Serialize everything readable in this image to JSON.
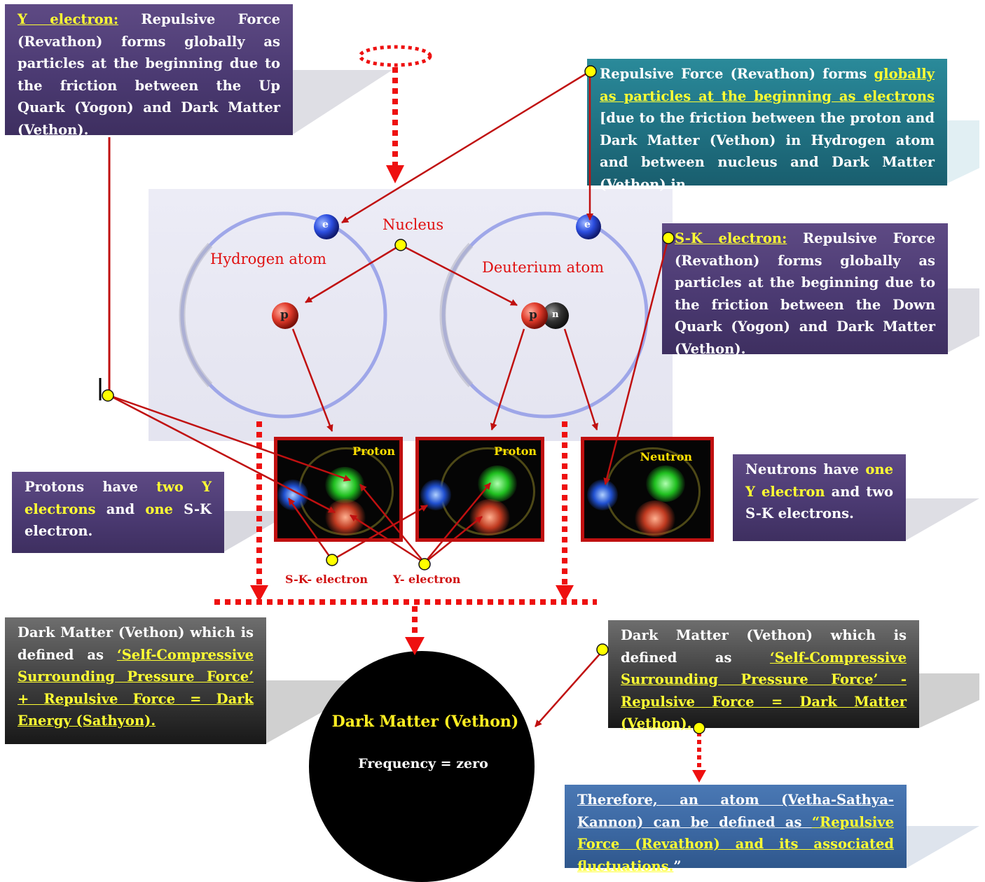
{
  "y_electron_box": {
    "title": "Y electron:",
    "text": "Repulsive Force (Revathon) forms globally as particles at the beginning due to the friction between the Up Quark (Yogon) and Dark Matter (Vethon)."
  },
  "repulsive_box": {
    "text_a": "Repulsive Force (Revathon) forms ",
    "highlight": "globally as particles at the beginning as electrons",
    "text_b": " [due to the friction between the proton and Dark Matter (Vethon) in Hydrogen atom and between nucleus and Dark Matter (Vethon) in"
  },
  "sk_electron_box": {
    "title": "S-K electron:",
    "text": "Repulsive Force (Revathon) forms globally as particles at the beginning due to the friction between the Down Quark (Yogon) and Dark Matter (Vethon)."
  },
  "protons_box": {
    "t1": "Protons have ",
    "y1": "two Y electrons",
    "t2": " and ",
    "y2": "one",
    "t3": " S-K electron."
  },
  "neutrons_box": {
    "t1": "Neutrons have ",
    "y1": "one Y electron",
    "t2": " and two S-K electrons."
  },
  "dark_energy_box": {
    "t1": "Dark Matter (Vethon) which is defined as ",
    "u1": "‘Self-Compressive Surrounding Pressure Force’ + Repulsive Force = Dark Energy (Sathyon)."
  },
  "dark_matter_def_box": {
    "t1": "Dark Matter (Vethon) which is defined as ",
    "u1": "‘Self-Compressive Surrounding Pressure Force’ - Repulsive Force = Dark Matter (Vethon)."
  },
  "therefore_box": {
    "u1": "Therefore, an atom (Vetha-Sathya-Kannon) can be defined as ",
    "y1": "“Repulsive Force (Revathon) and its associated fluctuations.",
    "u2": "”"
  },
  "atoms": {
    "nucleus": "Nucleus",
    "hydrogen": "Hydrogen atom",
    "deuterium": "Deuterium atom",
    "electron_symbol": "e",
    "proton_symbol": "p",
    "neutron_symbol": "n"
  },
  "panels": {
    "proton1": "Proton",
    "proton2": "Proton",
    "neutron": "Neutron"
  },
  "electron_labels": {
    "sk": "S-K- electron",
    "y": "Y- electron"
  },
  "dark_matter_circle": {
    "title": "Dark Matter (Vethon)",
    "frequency": "Frequency = zero"
  },
  "colors": {
    "arrow": "#c01010",
    "dot": "#ffff00",
    "highlight_text": "#ffff33"
  }
}
